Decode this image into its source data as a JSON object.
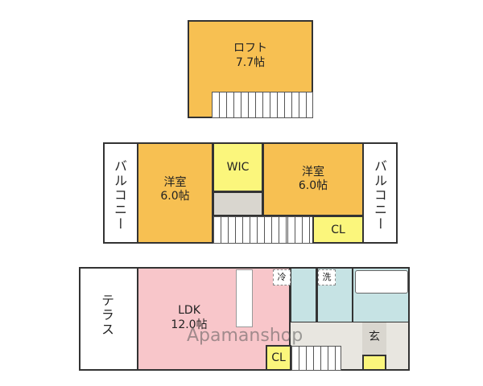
{
  "loft": {
    "name": "ロフト",
    "size": "7.7帖"
  },
  "floor2": {
    "balcony_left": "バルコニー",
    "room1": {
      "name": "洋室",
      "size": "6.0帖"
    },
    "wic": "WIC",
    "room2": {
      "name": "洋室",
      "size": "6.0帖"
    },
    "closet": "CL",
    "balcony_right": "バルコニー"
  },
  "floor1": {
    "terrace": "テラス",
    "ldk": {
      "name": "LDK",
      "size": "12.0帖"
    },
    "fridge": "冷",
    "washer": "洗",
    "closet": "CL",
    "entrance": "玄"
  },
  "watermark": "Apamanshop"
}
